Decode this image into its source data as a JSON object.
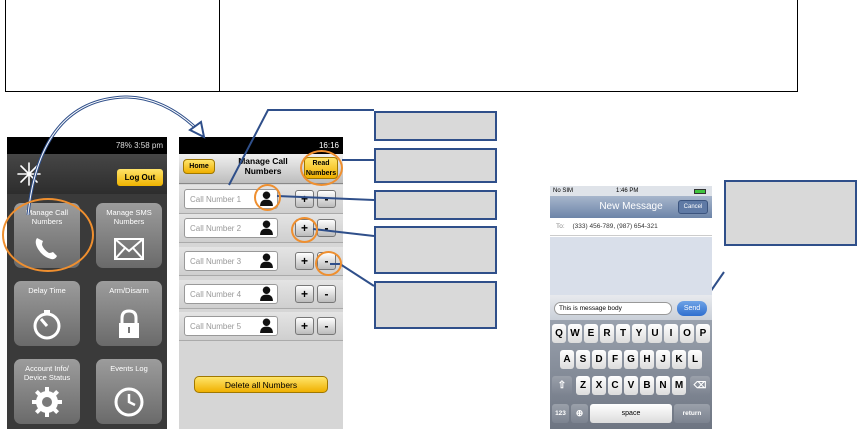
{
  "phone1": {
    "status_text": "78% 3:58 pm",
    "logout_label": "Log Out",
    "tiles": [
      {
        "label": "Manage Call Numbers",
        "icon": "phone-icon"
      },
      {
        "label": "Manage SMS Numbers",
        "icon": "envelope-icon"
      },
      {
        "label": "Delay Time",
        "icon": "timer-icon"
      },
      {
        "label": "Arm/Disarm",
        "icon": "lock-icon"
      },
      {
        "label": "Account Info/ Device Status",
        "icon": "gear-icon"
      },
      {
        "label": "Events Log",
        "icon": "clock-icon"
      }
    ]
  },
  "phone2": {
    "status_time": "16:16",
    "home_label": "Home",
    "title": "Manage Call Numbers",
    "read_label": "Read Numbers",
    "rows": [
      {
        "placeholder": "Call Number 1"
      },
      {
        "placeholder": "Call Number 2"
      },
      {
        "placeholder": "Call Number 3"
      },
      {
        "placeholder": "Call Number 4"
      },
      {
        "placeholder": "Call Number 5"
      }
    ],
    "plus": "+",
    "minus": "-",
    "delete_all_label": "Delete all Numbers"
  },
  "phone3": {
    "carrier": "No SIM",
    "time": "1:46 PM",
    "title": "New Message",
    "cancel_label": "Cancel",
    "to_label": "To:",
    "to_value": "(333) 456-789, (987) 654-321",
    "message_body": "This is message body",
    "send_label": "Send",
    "keyboard_row1": [
      "Q",
      "W",
      "E",
      "R",
      "T",
      "Y",
      "U",
      "I",
      "O",
      "P"
    ],
    "keyboard_row2": [
      "A",
      "S",
      "D",
      "F",
      "G",
      "H",
      "J",
      "K",
      "L"
    ],
    "keyboard_row3": [
      "Z",
      "X",
      "C",
      "V",
      "B",
      "N",
      "M"
    ],
    "key_123": "123",
    "key_space": "space",
    "key_return": "return"
  },
  "colors": {
    "callout_fill": "#d9d9d9",
    "callout_border": "#2f4f8a",
    "highlight_ring": "#ef8f2f",
    "button_yellow": "#f0b000"
  }
}
